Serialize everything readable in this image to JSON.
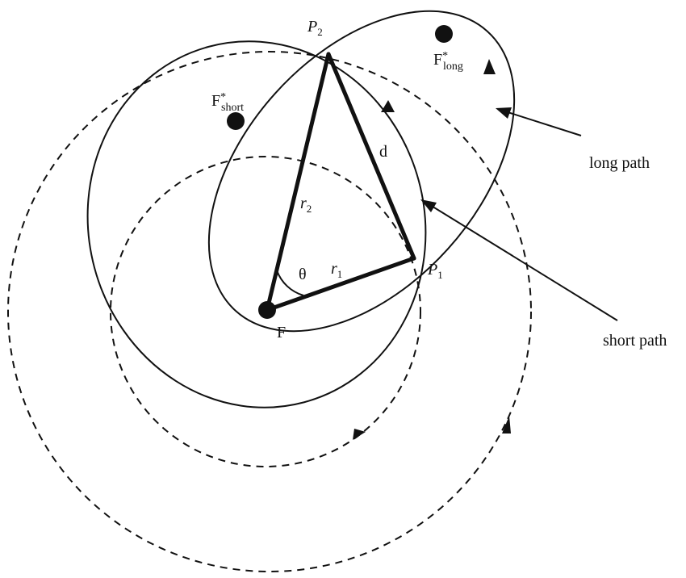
{
  "labels": {
    "p2": {
      "main": "P",
      "sub": "2"
    },
    "p1": {
      "main": "P",
      "sub": "1"
    },
    "f_short": {
      "main": "F",
      "sup": "*",
      "sub": "short"
    },
    "f_long": {
      "main": "F",
      "sup": "*",
      "sub": "long"
    },
    "focus": "F",
    "d": "d",
    "r2": {
      "main": "r",
      "sub": "2"
    },
    "r1": {
      "main": "r",
      "sub": "1"
    },
    "theta": "θ",
    "long_path": "long path",
    "short_path": "short path"
  }
}
